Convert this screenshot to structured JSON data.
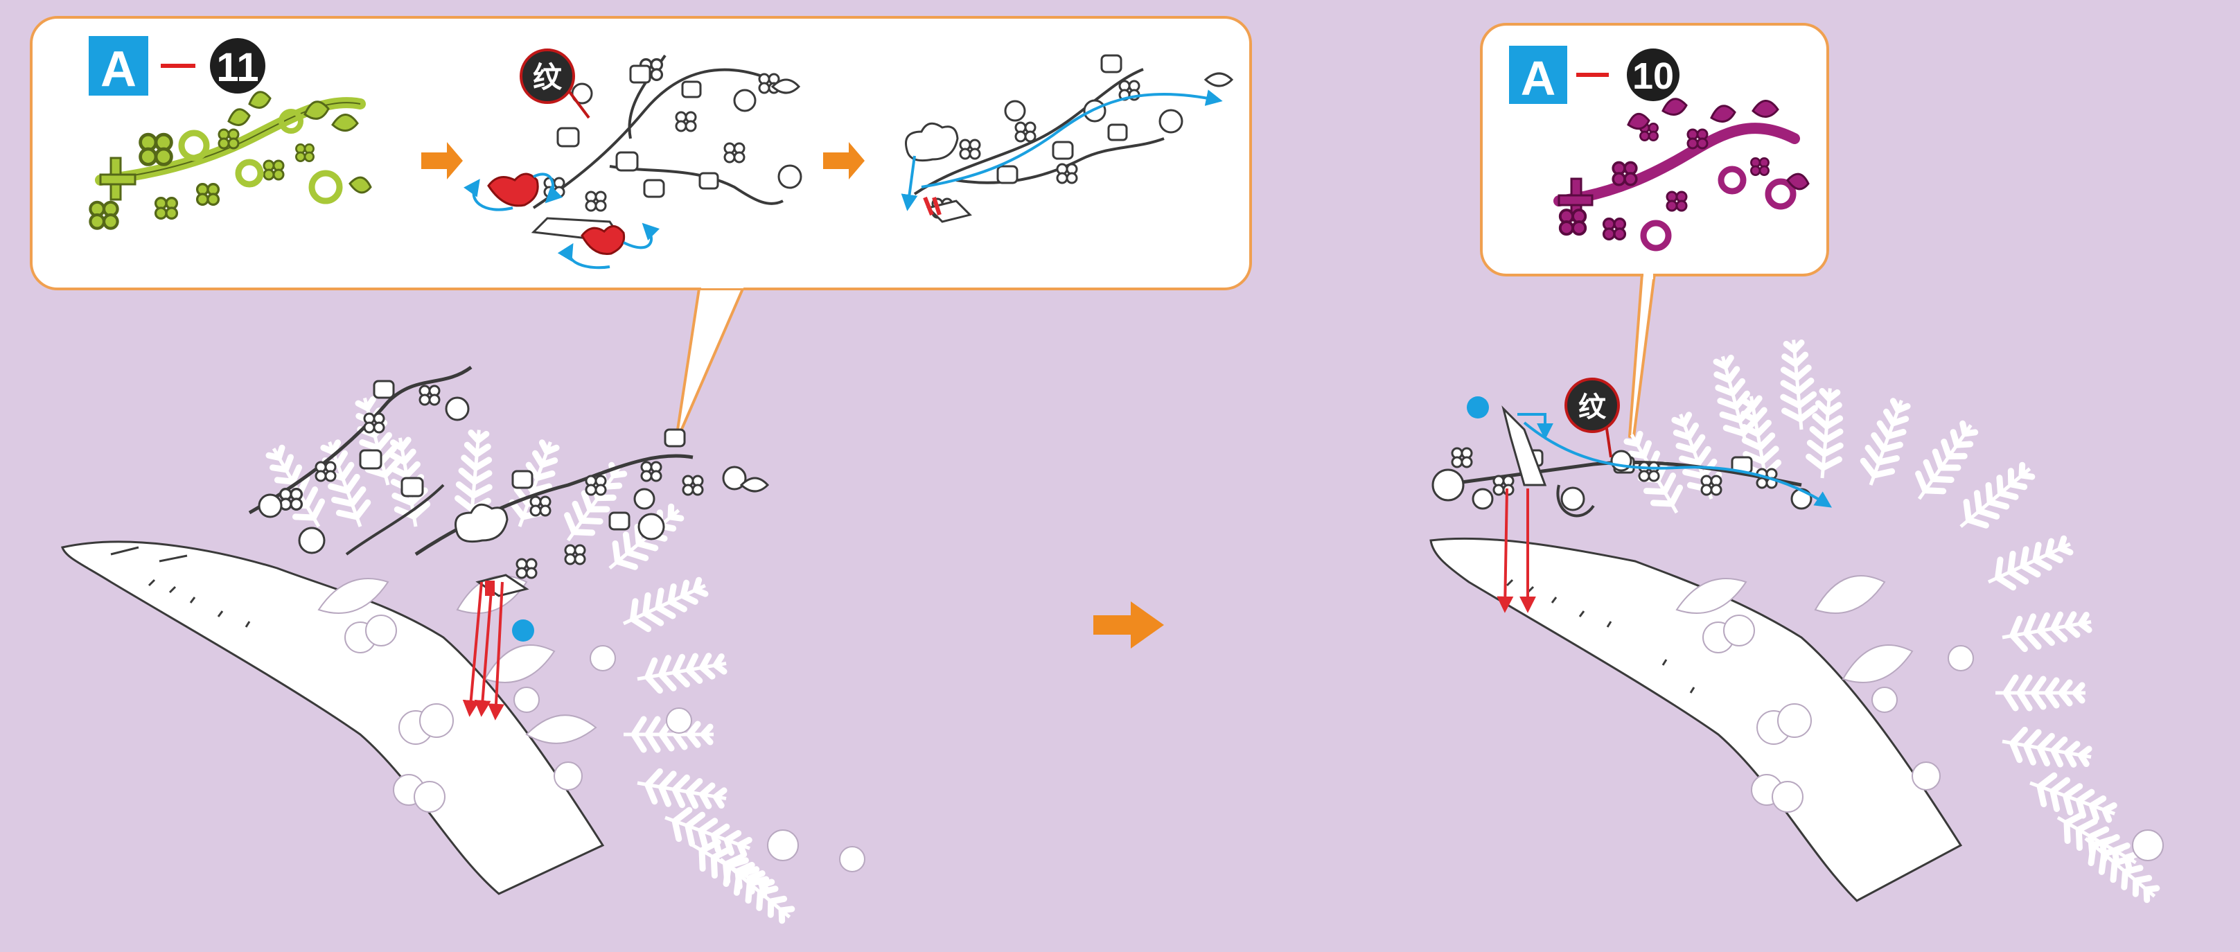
{
  "colors": {
    "background": "#dccae3",
    "callout_border": "#f0a050",
    "step_arrow": "#f08a1e",
    "badge_blue": "#1aa0e0",
    "badge_dash": "#e02020",
    "tag_dark": "#2a2a2a",
    "tag_border": "#c01818",
    "part_a11": "#a8c838",
    "part_a10": "#a0207a",
    "guide_blue": "#1aa0e0",
    "insert_red": "#e0282e",
    "piece_line": "#3a3a3a",
    "paper_white": "#ffffff"
  },
  "step_left": {
    "badge": {
      "letter": "A",
      "number": "11"
    },
    "tag_char": "纹",
    "icons": [
      "part-preview",
      "fold-petals",
      "route-strip"
    ]
  },
  "step_right": {
    "badge": {
      "letter": "A",
      "number": "10"
    },
    "tag_char": "纹"
  },
  "icons": {
    "step_arrow": "arrow-right-icon",
    "marker": "blue-dot-icon"
  }
}
